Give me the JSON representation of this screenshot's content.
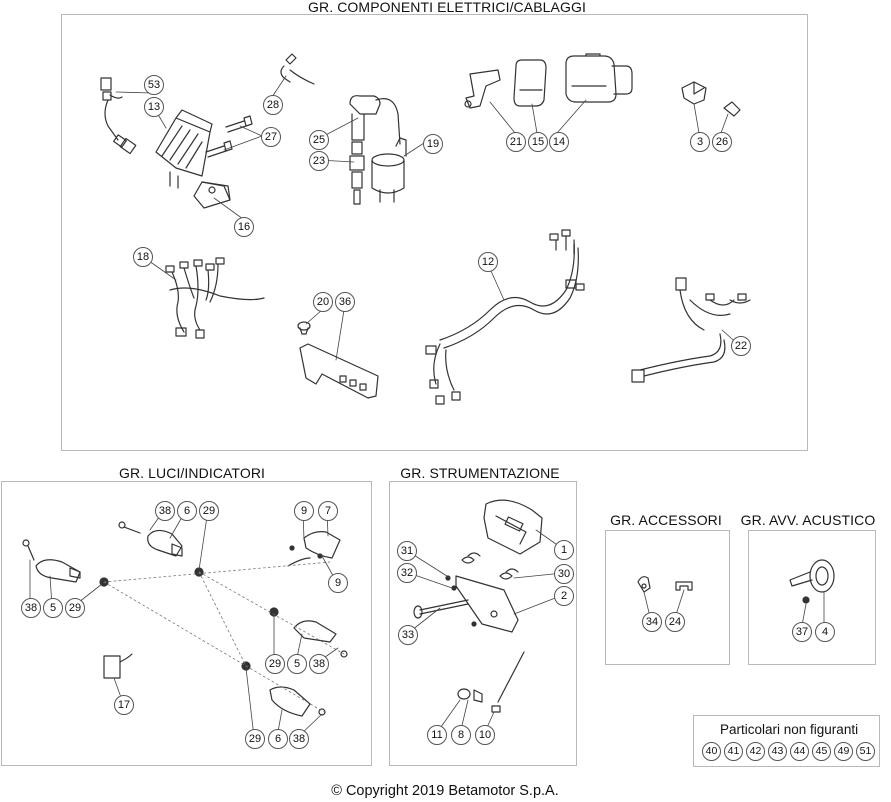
{
  "groups": {
    "electrical": {
      "title": "GR. COMPONENTI ELETTRICI/CABLAGGI",
      "callouts": [
        "53",
        "13",
        "28",
        "27",
        "25",
        "19",
        "23",
        "16",
        "21",
        "15",
        "14",
        "3",
        "26",
        "18",
        "20",
        "36",
        "12",
        "22"
      ]
    },
    "lights": {
      "title": "GR. LUCI/INDICATORI",
      "callouts": [
        "38",
        "6",
        "29",
        "9",
        "7",
        "9",
        "38",
        "5",
        "29",
        "29",
        "5",
        "38",
        "17",
        "29",
        "6",
        "38"
      ]
    },
    "instruments": {
      "title": "GR. STRUMENTAZIONE",
      "callouts": [
        "31",
        "1",
        "32",
        "30",
        "2",
        "33",
        "11",
        "8",
        "10"
      ]
    },
    "accessories": {
      "title": "GR. ACCESSORI",
      "callouts": [
        "34",
        "24"
      ]
    },
    "horn": {
      "title": "GR. AVV. ACUSTICO",
      "callouts": [
        "37",
        "4"
      ]
    }
  },
  "non_figured": {
    "title": "Particolari non figuranti",
    "items": [
      "40",
      "41",
      "42",
      "43",
      "44",
      "45",
      "49",
      "51"
    ]
  },
  "copyright": "© Copyright 2019 Betamotor S.p.A."
}
